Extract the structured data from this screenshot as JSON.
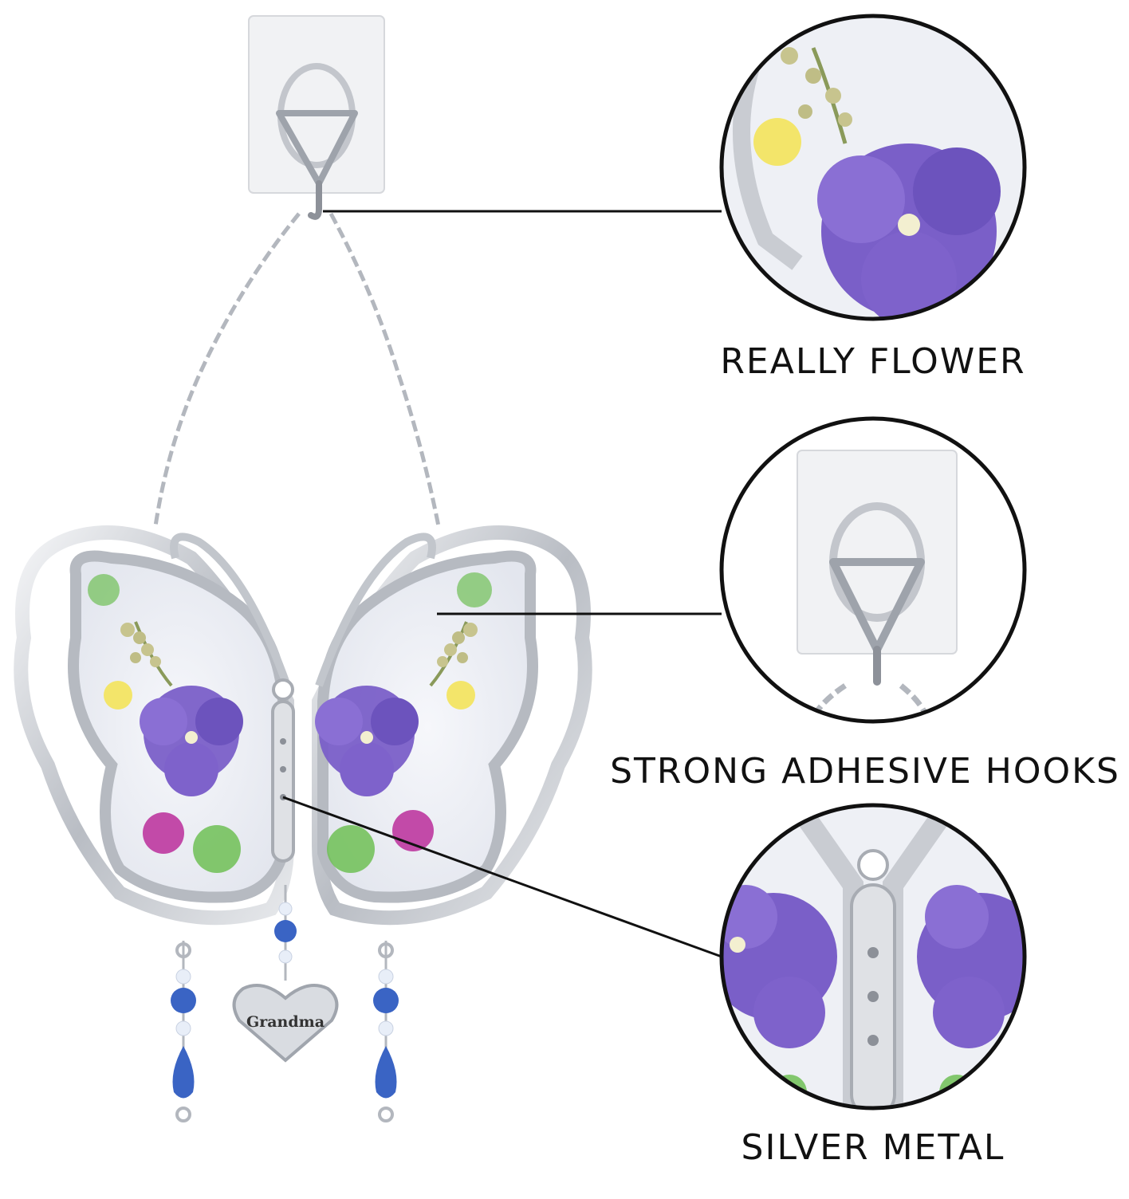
{
  "callouts": [
    {
      "label": "REALLY FLOWER"
    },
    {
      "label": "STRONG ADHESIVE HOOKS"
    },
    {
      "label": "SILVER METAL"
    }
  ],
  "pendant": {
    "text": "Grandma"
  },
  "colors": {
    "silver": "#c9ccd2",
    "violet": "#7a5fc8",
    "bead_blue": "#3a64c4",
    "pink": "#c24aa8",
    "leaf_green": "#6fbf55",
    "yellow": "#f3e56a",
    "line": "#111111"
  }
}
